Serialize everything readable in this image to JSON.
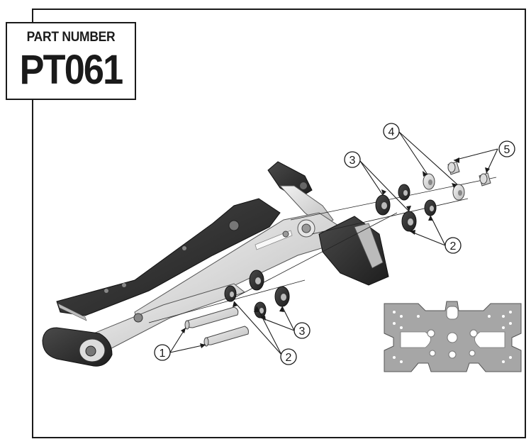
{
  "part_box": {
    "label": "PART NUMBER",
    "number": "PT061"
  },
  "callouts": {
    "c1": "1",
    "c2a": "2",
    "c2b": "2",
    "c3a": "3",
    "c3b": "3",
    "c4": "4",
    "c5": "5"
  },
  "colors": {
    "line": "#1a1a1a",
    "bracket_dark": "#2a2a2a",
    "bracket_light": "#dcdcdc",
    "plate": "#a6a6a6"
  }
}
